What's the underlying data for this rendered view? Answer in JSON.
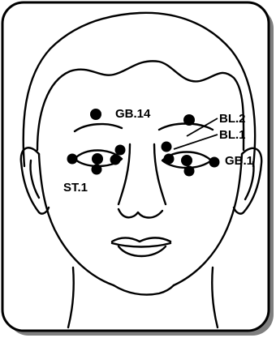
{
  "diagram": {
    "colors": {
      "ink": "#000000",
      "paper": "#ffffff",
      "frame_shadow": "#7f7f7f"
    },
    "points": [
      {
        "id": "gb14",
        "label": "GB.14"
      },
      {
        "id": "bl2",
        "label": "BL.2"
      },
      {
        "id": "bl1",
        "label": "BL.1"
      },
      {
        "id": "gb1",
        "label": "GB.1"
      },
      {
        "id": "st1",
        "label": "ST.1"
      }
    ]
  }
}
